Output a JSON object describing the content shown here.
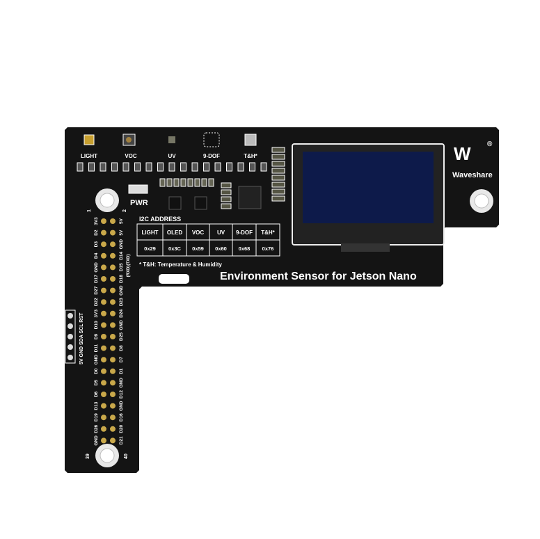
{
  "product": {
    "title": "Environment Sensor for Jetson Nano",
    "brand": "Waveshare",
    "sensors": [
      "LIGHT",
      "VOC",
      "UV",
      "9-DOF",
      "T&H*"
    ],
    "pwr_label": "PWR",
    "i2c": {
      "heading": "I2C ADDRESS",
      "headers": [
        "LIGHT",
        "OLED",
        "VOC",
        "UV",
        "9-DOF",
        "T&H*"
      ],
      "addresses": [
        "0x29",
        "0x3C",
        "0x59",
        "0x60",
        "0x68",
        "0x76"
      ],
      "footnote": "* T&H: Temperature & Humidity"
    },
    "pins_left": [
      "3V3",
      "D2",
      "D3",
      "D4",
      "GND",
      "D17",
      "D27",
      "D22",
      "3V3",
      "D10",
      "D9",
      "D11",
      "GND",
      "D0",
      "D5",
      "D6",
      "D13",
      "D19",
      "D26",
      "GND"
    ],
    "pins_right": [
      "5V",
      "5V",
      "GND",
      "D14",
      "D15",
      "D18",
      "GND",
      "D23",
      "D24",
      "GND",
      "D25",
      "D8",
      "D7",
      "D1",
      "GND",
      "D12",
      "GND",
      "D16",
      "D20",
      "D21"
    ],
    "uart_label": "(RXD)(TXD)",
    "pin_numbers": [
      "1",
      "2",
      "39",
      "40"
    ],
    "side_header": "5V GND SDA SCL RST",
    "colors": {
      "board": "#141414",
      "oled": "#0d1a4a",
      "silk": "#ffffff"
    }
  }
}
